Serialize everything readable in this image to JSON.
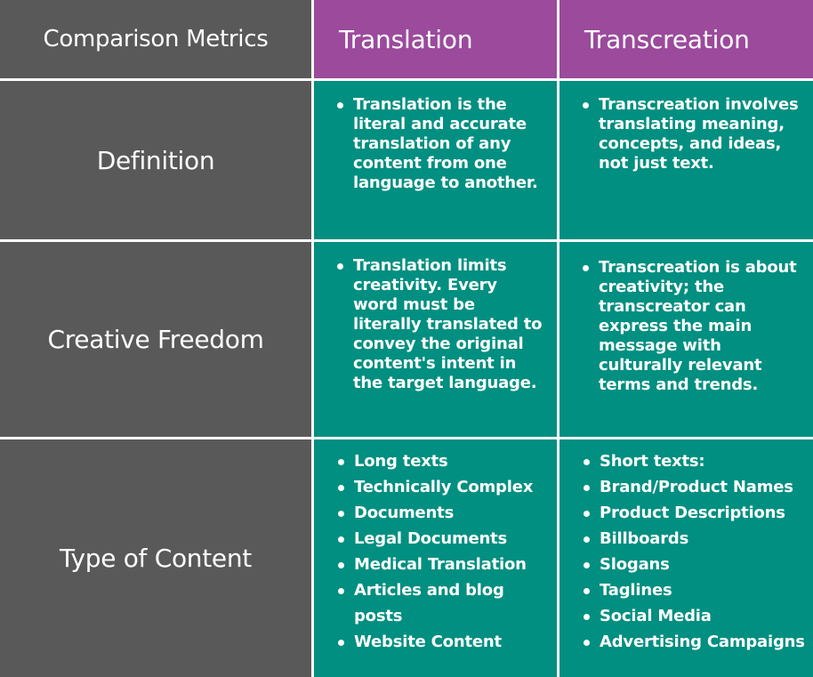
{
  "header": {
    "metrics": "Comparison Metrics",
    "translation": "Translation",
    "transcreation": "Transcreation"
  },
  "rows": [
    {
      "label": "Definition",
      "translation": [
        "Translation is the literal and accurate translation of any content from one language to another."
      ],
      "transcreation": [
        "Transcreation involves translating meaning, concepts, and ideas, not just text."
      ]
    },
    {
      "label": "Creative Freedom",
      "translation": [
        "Translation limits creativity. Every word must be literally translated to convey the original content's intent in the target language."
      ],
      "transcreation": [
        "Transcreation is about creativity; the transcreator can express the main message with culturally relevant terms and trends."
      ]
    },
    {
      "label": "Type of Content",
      "translation": [
        "Long texts",
        "Technically Complex",
        "Documents",
        "Legal Documents",
        "Medical Translation",
        "Articles and blog posts",
        "Website Content"
      ],
      "transcreation": [
        "Short texts:",
        "Brand/Product Names",
        "Product Descriptions",
        "Billboards",
        "Slogans",
        "Taglines",
        "Social Media",
        "Advertising Campaigns"
      ]
    }
  ],
  "colors": {
    "metric_bg": "#595959",
    "header_bg": "#9b4a9c",
    "body_bg": "#008f80",
    "text": "#ffffff"
  }
}
